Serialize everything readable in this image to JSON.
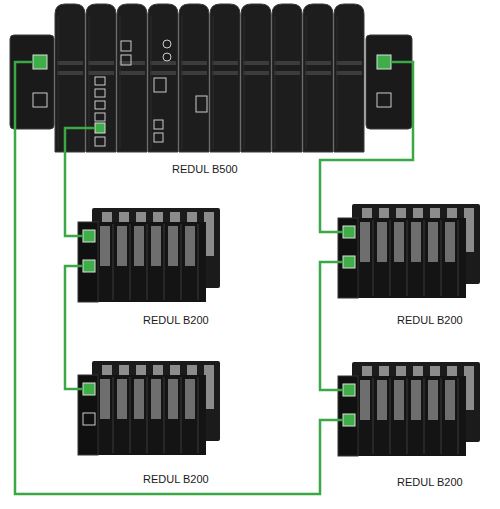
{
  "diagram": {
    "nodes": [
      {
        "text": [
          "REDUL B500"
        ]
      },
      {
        "text": [
          "REDUL B200"
        ]
      },
      {
        "text": [
          "REDUL B200"
        ]
      },
      {
        "text": [
          "REDUL B200"
        ]
      },
      {
        "text": [
          "REDUL B200"
        ]
      }
    ],
    "edges": [
      {
        "from": 0,
        "to": 1,
        "arrow": "none"
      },
      {
        "from": 1,
        "to": 3,
        "arrow": "none"
      },
      {
        "from": 0,
        "to": 2,
        "arrow": "none"
      },
      {
        "from": 2,
        "to": 4,
        "arrow": "none"
      },
      {
        "from": 0,
        "to": 4,
        "arrow": "none"
      }
    ]
  }
}
